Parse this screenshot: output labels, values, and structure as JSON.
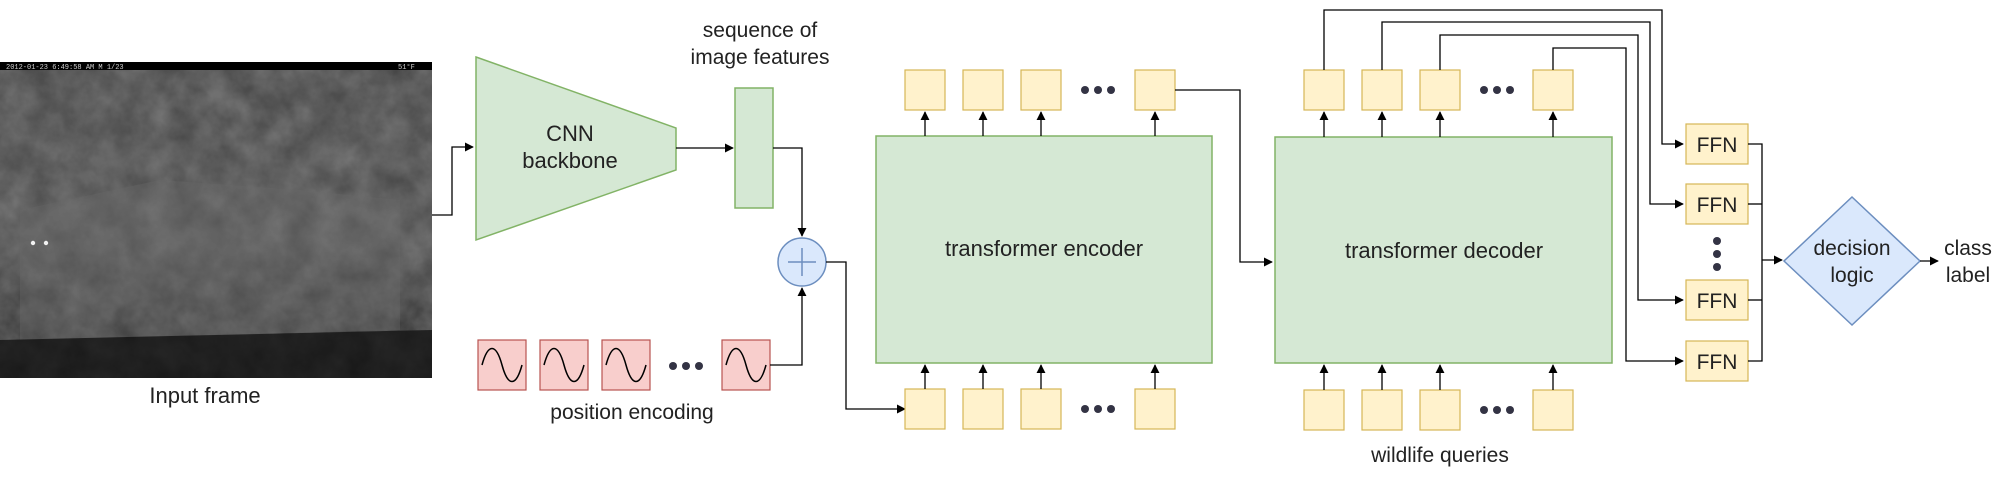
{
  "frame": {
    "label": "Input  frame",
    "overlay_text": "2012-01-23  6:49:58 AM    M 1/23",
    "overlay_temp": "51°F"
  },
  "backbone": {
    "line1": "CNN",
    "line2": "backbone"
  },
  "features": {
    "line1": "sequence of",
    "line2": "image features"
  },
  "position_encoding": {
    "label": "position encoding",
    "icon": "sine-wave-icon"
  },
  "adder": {
    "icon": "plus-icon"
  },
  "encoder": {
    "label": "transformer encoder"
  },
  "decoder": {
    "label": "transformer decoder"
  },
  "queries": {
    "label": "wildlife queries"
  },
  "ffn": {
    "label": "FFN"
  },
  "decision": {
    "line1": "decision",
    "line2": "logic"
  },
  "output": {
    "line1": "class",
    "line2": "label"
  },
  "colors": {
    "green_fill": "#d5e8d4",
    "green_stroke": "#82b366",
    "token_fill": "#fff2cc",
    "token_stroke": "#d6b656",
    "pos_fill": "#f8cecc",
    "pos_stroke": "#b85450",
    "blue_fill": "#dae8fc",
    "blue_stroke": "#6c8ebf"
  }
}
